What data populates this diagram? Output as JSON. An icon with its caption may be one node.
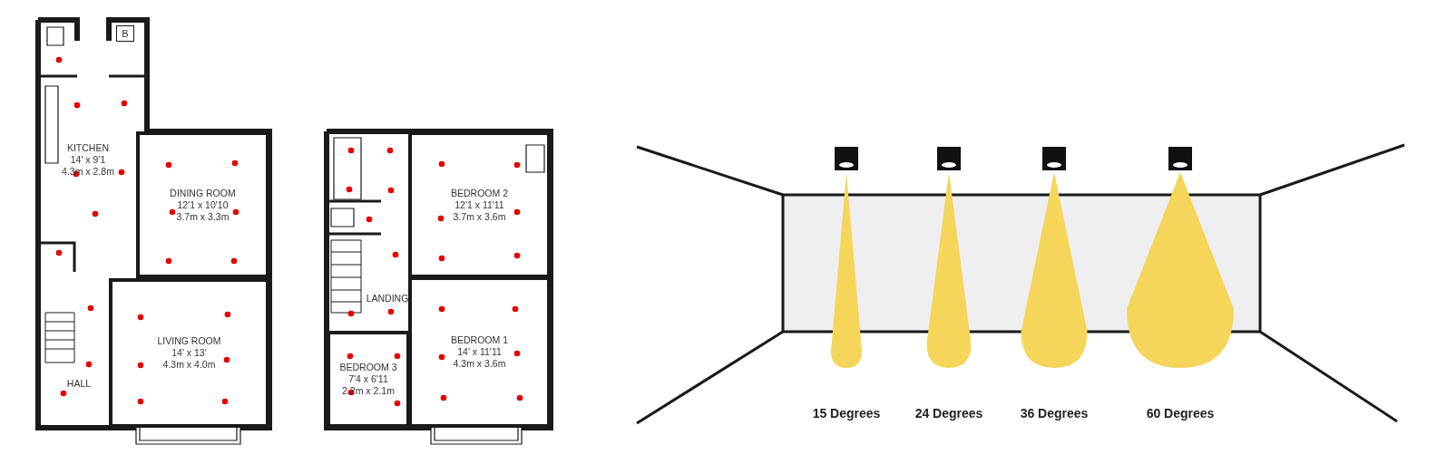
{
  "diagram": {
    "nodes": [
      {
        "text": [
          "B"
        ]
      },
      {
        "text": [
          "KITCHEN",
          "14' x 9'1",
          "4.3m x 2.8m"
        ]
      },
      {
        "text": [
          "DINING ROOM",
          "12'1 x 10'10",
          "3.7m x 3.3m"
        ]
      },
      {
        "text": [
          "HALL"
        ]
      },
      {
        "text": [
          "LIVING ROOM",
          "14' x 13'",
          "4.3m x 4.0m"
        ]
      },
      {
        "text": [
          "BEDROOM 2",
          "12'1 x 11'11",
          "3.7m x 3.6m"
        ]
      },
      {
        "text": [
          "LANDING"
        ]
      },
      {
        "text": [
          "BEDROOM 3",
          "7'4 x 6'11",
          "2.2m x 2.1m"
        ]
      },
      {
        "text": [
          "BEDROOM 1",
          "14' x 11'11",
          "4.3m x 3.6m"
        ]
      }
    ],
    "labels": [
      "15 Degrees",
      "24 Degrees",
      "36 Degrees",
      "60 Degrees"
    ]
  }
}
